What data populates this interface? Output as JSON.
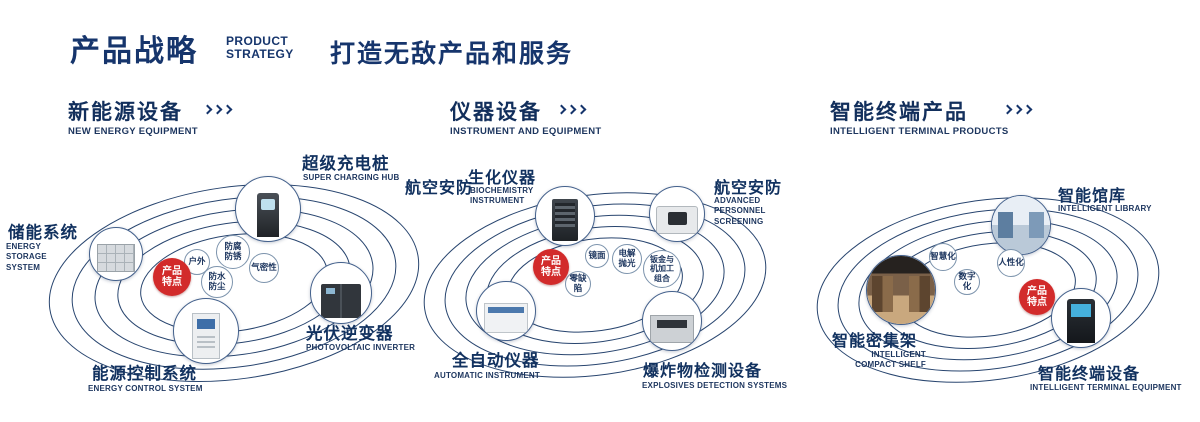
{
  "header": {
    "title_cn": "产品战略",
    "subtitle_en_line1": "PRODUCT",
    "subtitle_en_line2": "STRATEGY",
    "slogan": "打造无敌产品和服务"
  },
  "colors": {
    "navy": "#16356c",
    "badge_red": "#d22b2b"
  },
  "sections": [
    {
      "title_cn": "新能源设备",
      "title_en": "NEW ENERGY EQUIPMENT",
      "badge": "产品特点",
      "features": [
        "户外",
        "防腐防锈",
        "气密性",
        "防水防尘"
      ],
      "products": [
        {
          "cn": "超级充电桩",
          "en": "SUPER CHARGING HUB"
        },
        {
          "cn": "储能系统",
          "en": "ENERGY STORAGE SYSTEM"
        },
        {
          "cn": "光伏逆变器",
          "en": "PHOTOVOLTAIC INVERTER"
        },
        {
          "cn": "能源控制系统",
          "en": "ENERGY CONTROL SYSTEM"
        }
      ]
    },
    {
      "title_cn": "仪器设备",
      "title_en": "INSTRUMENT AND EQUIPMENT",
      "badge": "产品特点",
      "extra_label": "航空安防",
      "features": [
        "镜面",
        "电解抛光",
        "零缺陷",
        "钣金与机加工组合"
      ],
      "products": [
        {
          "cn": "生化仪器",
          "en": "BIOCHEMISTRY INSTRUMENT"
        },
        {
          "cn": "航空安防",
          "en": "ADVANCED PERSONNEL SCREENING"
        },
        {
          "cn": "全自动仪器",
          "en": "AUTOMATIC INSTRUMENT"
        },
        {
          "cn": "爆炸物检测设备",
          "en": "EXPLOSIVES DETECTION SYSTEMS"
        }
      ]
    },
    {
      "title_cn": "智能终端产品",
      "title_en": "INTELLIGENT TERMINAL PRODUCTS",
      "badge": "产品特点",
      "features": [
        "智慧化",
        "人性化",
        "数字化"
      ],
      "products": [
        {
          "cn": "智能馆库",
          "en": "INTELLIGENT LIBRARY"
        },
        {
          "cn": "智能密集架",
          "en": "INTELLIGENT COMPACT SHELF"
        },
        {
          "cn": "智能终端设备",
          "en": "INTELLIGENT TERMINAL EQUIPMENT"
        }
      ]
    }
  ]
}
